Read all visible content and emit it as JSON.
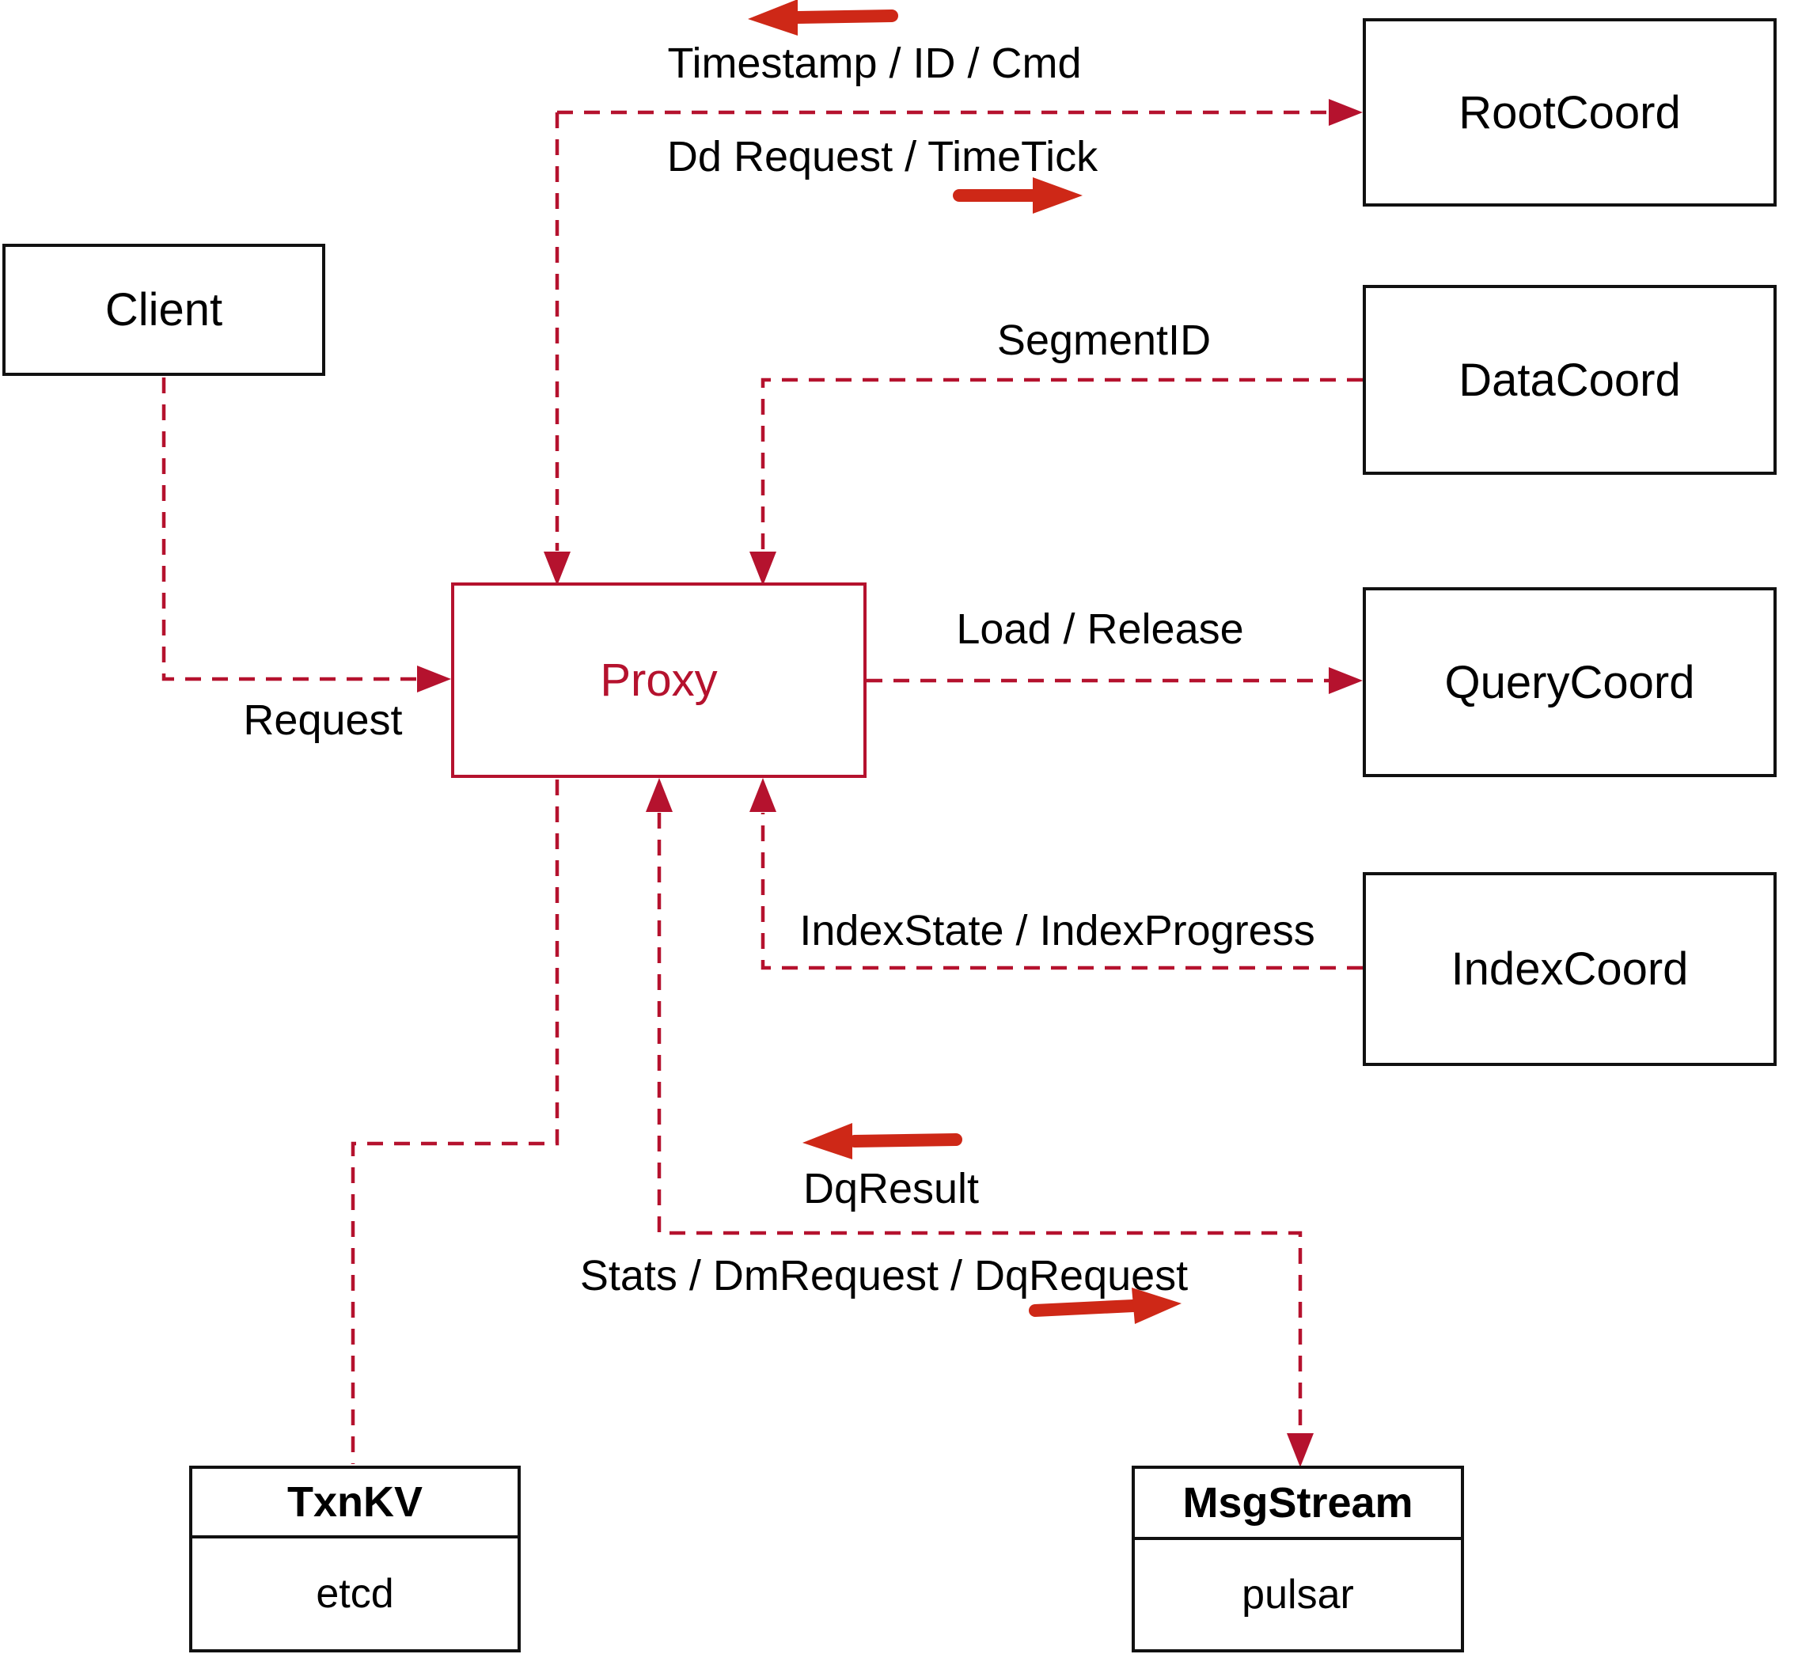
{
  "diagram_title": "Proxy architecture diagram",
  "colors": {
    "connector_dashed": "#b5122e",
    "solid_arrow": "#ce2817",
    "box_border": "#111111",
    "proxy_accent": "#b5122e",
    "label_text": "#000000"
  },
  "nodes": {
    "client": {
      "label": "Client"
    },
    "proxy": {
      "label": "Proxy"
    },
    "root_coord": {
      "label": "RootCoord"
    },
    "data_coord": {
      "label": "DataCoord"
    },
    "query_coord": {
      "label": "QueryCoord"
    },
    "index_coord": {
      "label": "IndexCoord"
    },
    "txn_kv": {
      "title": "TxnKV",
      "subtitle": "etcd"
    },
    "msg_stream": {
      "title": "MsgStream",
      "subtitle": "pulsar"
    }
  },
  "edge_labels": {
    "root_response": "Timestamp / ID / Cmd",
    "root_request": "Dd Request / TimeTick",
    "segment_id": "SegmentID",
    "load_release": "Load / Release",
    "index_state": "IndexState / IndexProgress",
    "request": "Request",
    "dq_result": "DqResult",
    "stats_dm_dq": "Stats / DmRequest / DqRequest"
  }
}
